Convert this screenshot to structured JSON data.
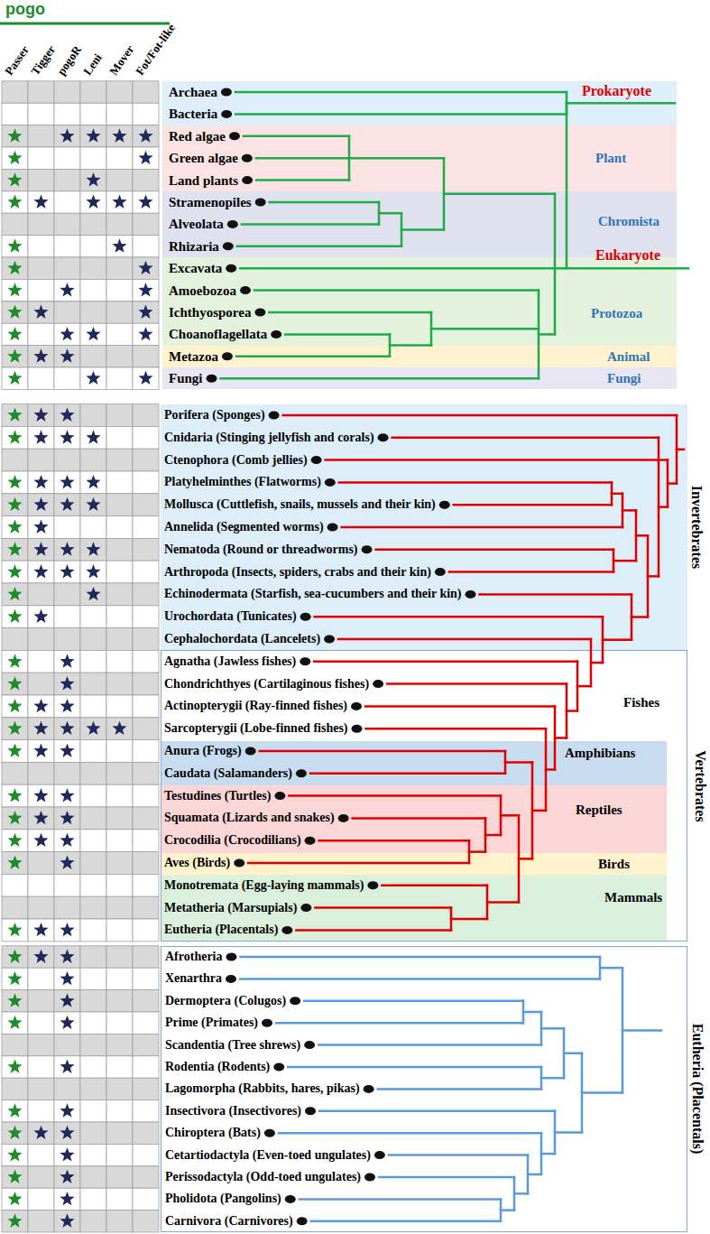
{
  "diagram": {
    "title": "pogo",
    "nodes": [
      {
        "text": [
          "Prokaryote"
        ]
      },
      {
        "text": [
          "Plant"
        ]
      },
      {
        "text": [
          "Chromista"
        ]
      },
      {
        "text": [
          "Protozoa"
        ]
      },
      {
        "text": [
          "Animal"
        ]
      },
      {
        "text": [
          "Fungi"
        ]
      },
      {
        "text": [
          "Invertebrates"
        ]
      },
      {
        "text": [
          "Vertebrates"
        ]
      },
      {
        "text": [
          "Fishes"
        ],
        "in": 7
      },
      {
        "text": [
          "Amphibians"
        ],
        "in": 7
      },
      {
        "text": [
          "Reptiles"
        ],
        "in": 7
      },
      {
        "text": [
          "Birds"
        ],
        "in": 7
      },
      {
        "text": [
          "Mammals"
        ],
        "in": 7
      },
      {
        "text": [
          "Eutheria (Placentals)"
        ]
      }
    ],
    "labels": [
      "Passer",
      "Tigger",
      "pogoR",
      "Leni",
      "Mover",
      "Fot/Fot-like",
      "Eukaryote",
      "Archaea",
      "Bacteria",
      "Red algae",
      "Green algae",
      "Land plants",
      "Stramenopiles",
      "Alveolata",
      "Rhizaria",
      "Excavata",
      "Amoebozoa",
      "Ichthyosporea",
      "Choanoflagellata",
      "Metazoa",
      "Fungi",
      "Porifera (Sponges)",
      "Cnidaria (Stinging jellyfish and corals)",
      "Ctenophora (Comb jellies)",
      "Platyhelminthes (Flatworms)",
      "Mollusca (Cuttlefish, snails, mussels and their kin)",
      "Annelida (Segmented worms)",
      "Nematoda (Round or threadworms)",
      "Arthropoda (Insects, spiders, crabs and their kin)",
      "Echinodermata (Starfish, sea-cucumbers and their kin)",
      "Urochordata (Tunicates)",
      "Cephalochordata (Lancelets)",
      "Agnatha (Jawless fishes)",
      "Chondrichthyes (Cartilaginous fishes)",
      "Actinopterygii (Ray-finned fishes)",
      "Sarcopterygii (Lobe-finned fishes)",
      "Anura (Frogs)",
      "Caudata (Salamanders)",
      "Testudines (Turtles)",
      "Squamata (Lizards and snakes)",
      "Crocodilia (Crocodilians)",
      "Aves (Birds)",
      "Monotremata (Egg-laying mammals)",
      "Metatheria (Marsupials)",
      "Eutheria (Placentals)",
      "Afrotheria",
      "Xenarthra",
      "Dermoptera (Colugos)",
      "Prime (Primates)",
      "Scandentia (Tree shrews)",
      "Rodentia (Rodents)",
      "Lagomorpha (Rabbits, hares, pikas)",
      "Insectivora (Insectivores)",
      "Chiroptera (Bats)",
      "Cetartiodactyla (Even-toed ungulates)",
      "Perissodactyla (Odd-toed ungulates)",
      "Pholidota (Pangolins)",
      "Carnivora (Carnivores)"
    ]
  }
}
